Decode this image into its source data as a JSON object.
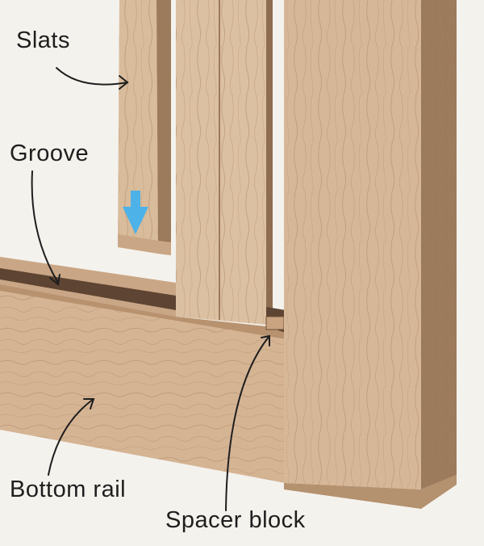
{
  "labels": {
    "slats": "Slats",
    "groove": "Groove",
    "bottom_rail": "Bottom rail",
    "spacer_block": "Spacer block"
  },
  "colors": {
    "background": "#f4f2ed",
    "wood_light": "#dcc0a2",
    "wood_mid": "#c9a685",
    "wood_dark": "#9c7a5c",
    "groove_dark": "#5e4432",
    "arrow_blue": "#4db2e8",
    "leader_line": "#1e1e1e"
  },
  "icons": {
    "insert_direction": "down-arrow-icon"
  }
}
